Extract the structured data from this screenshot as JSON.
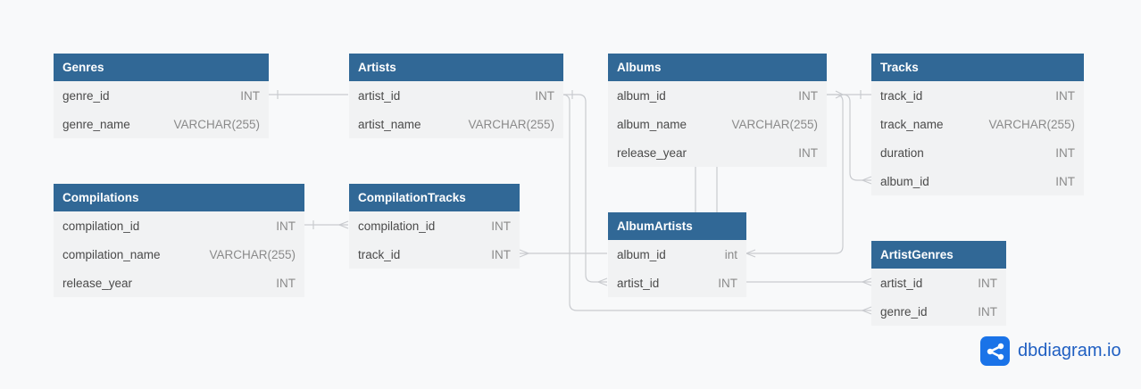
{
  "tables": [
    {
      "name": "Genres",
      "columns": [
        {
          "name": "genre_id",
          "type": "INT"
        },
        {
          "name": "genre_name",
          "type": "VARCHAR(255)"
        }
      ]
    },
    {
      "name": "Artists",
      "columns": [
        {
          "name": "artist_id",
          "type": "INT"
        },
        {
          "name": "artist_name",
          "type": "VARCHAR(255)"
        }
      ]
    },
    {
      "name": "Albums",
      "columns": [
        {
          "name": "album_id",
          "type": "INT"
        },
        {
          "name": "album_name",
          "type": "VARCHAR(255)"
        },
        {
          "name": "release_year",
          "type": "INT"
        }
      ]
    },
    {
      "name": "Tracks",
      "columns": [
        {
          "name": "track_id",
          "type": "INT"
        },
        {
          "name": "track_name",
          "type": "VARCHAR(255)"
        },
        {
          "name": "duration",
          "type": "INT"
        },
        {
          "name": "album_id",
          "type": "INT"
        }
      ]
    },
    {
      "name": "Compilations",
      "columns": [
        {
          "name": "compilation_id",
          "type": "INT"
        },
        {
          "name": "compilation_name",
          "type": "VARCHAR(255)"
        },
        {
          "name": "release_year",
          "type": "INT"
        }
      ]
    },
    {
      "name": "CompilationTracks",
      "columns": [
        {
          "name": "compilation_id",
          "type": "INT"
        },
        {
          "name": "track_id",
          "type": "INT"
        }
      ]
    },
    {
      "name": "AlbumArtists",
      "columns": [
        {
          "name": "album_id",
          "type": "int"
        },
        {
          "name": "artist_id",
          "type": "INT"
        }
      ]
    },
    {
      "name": "ArtistGenres",
      "columns": [
        {
          "name": "artist_id",
          "type": "INT"
        },
        {
          "name": "genre_id",
          "type": "INT"
        }
      ]
    }
  ],
  "brand": {
    "text": "dbdiagram.io",
    "icon": "dbdiagram-logo-icon",
    "color": "#1a73e8"
  },
  "colors": {
    "header": "#316896",
    "body": "#f1f2f3",
    "link": "#c9cbcf"
  }
}
